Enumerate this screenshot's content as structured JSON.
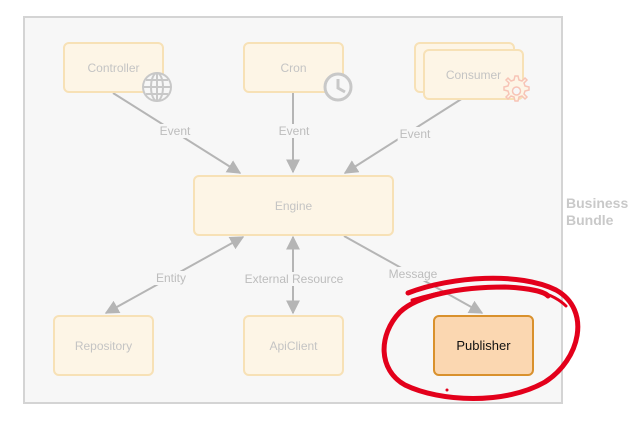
{
  "diagram": {
    "bundle_label": "Business\nBundle",
    "nodes": {
      "controller": "Controller",
      "cron": "Cron",
      "consumer": "Consumer",
      "engine": "Engine",
      "repository": "Repository",
      "apiclient": "ApiClient",
      "publisher": "Publisher"
    },
    "edges": {
      "controller_engine": "Event",
      "cron_engine": "Event",
      "consumer_engine": "Event",
      "engine_repository": "Entity",
      "engine_apiclient": "External Resource",
      "engine_publisher": "Message"
    },
    "icons": {
      "controller": "globe-icon",
      "cron": "clock-icon",
      "consumer": "gear-icon"
    },
    "colors": {
      "node_fill": "#fdf5e6",
      "node_border": "#f7e1b6",
      "highlight_fill": "#fbd7b1",
      "highlight_border": "#d9912d",
      "annotation_stroke": "#e3001b",
      "arrow": "#b5b5b5"
    }
  }
}
